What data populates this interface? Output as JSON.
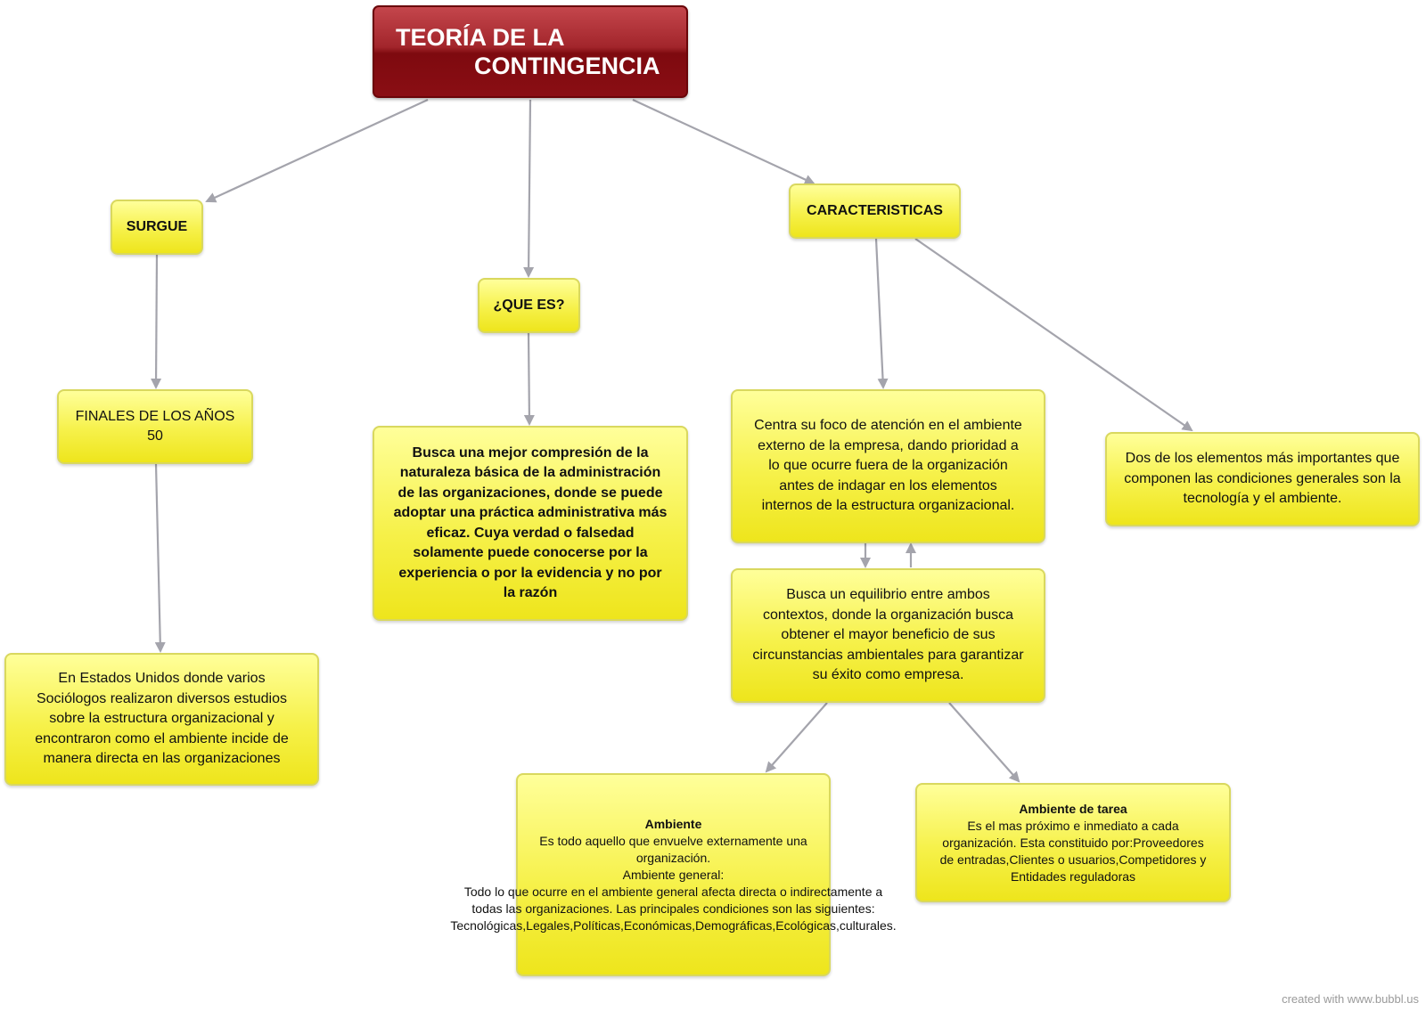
{
  "title": {
    "line1": "TEORÍA DE LA",
    "line2": "CONTINGENCIA"
  },
  "nodes": {
    "surgue": "SURGUE",
    "que_es": "¿QUE ES?",
    "caracteristicas": "CARACTERISTICAS",
    "finales": {
      "line1": "FINALES DE LOS AÑOS",
      "line2": "50"
    },
    "estados_unidos": "En Estados Unidos donde varios Sociólogos realizaron diversos estudios sobre la estructura organizacional y encontraron como el ambiente incide de manera directa en las organizaciones",
    "busca_mejor": "Busca una mejor compresión de la naturaleza básica de la administración de las organizaciones, donde se puede adoptar una práctica administrativa más eficaz. Cuya verdad o falsedad solamente puede conocerse por la experiencia o por la evidencia y no por la razón",
    "centra_foco": "Centra su foco de atención en el ambiente externo de la empresa, dando prioridad a lo que ocurre fuera de la organización antes de indagar en los elementos internos de la estructura organizacional.",
    "dos_elementos": "Dos de los elementos más importantes que componen las condiciones generales son la tecnología y el ambiente.",
    "busca_equilibrio": "Busca un equilibrio entre ambos contextos, donde la organización busca obtener el mayor beneficio de sus circunstancias ambientales para garantizar su éxito como empresa.",
    "ambiente": {
      "heading": "Ambiente",
      "line1": "Es todo aquello que envuelve externamente una organización.",
      "line2": "Ambiente general:",
      "line3": "Todo lo que ocurre en el ambiente general afecta directa o indirectamente a todas las organizaciones. Las principales condiciones son las siguientes: Tecnológicas,Legales,Políticas,Económicas,Demográficas,Ecológicas,culturales."
    },
    "ambiente_tarea": {
      "heading": "Ambiente de tarea",
      "body": "Es el mas próximo e inmediato a cada organización. Esta constituido por:Proveedores de entradas,Clientes o usuarios,Competidores y Entidades reguladoras"
    }
  },
  "footer": "created with www.bubbl.us",
  "colors": {
    "node_fill": "#f6f14a",
    "node_border": "#d9d85e",
    "title_fill": "#8a0e14",
    "connector": "#a4a4ac"
  }
}
